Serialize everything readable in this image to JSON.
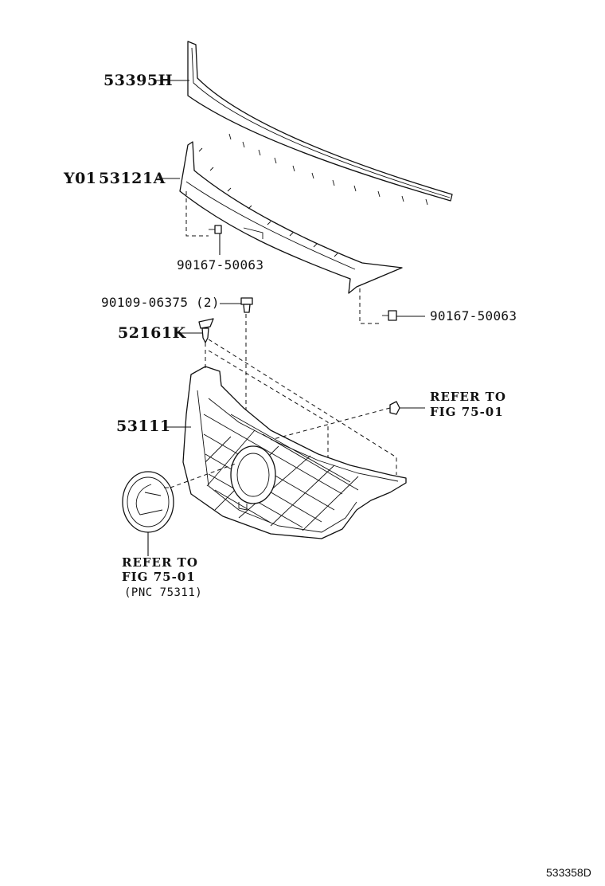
{
  "diagram_id": "533358D",
  "labels": {
    "molding_upper": "53395H",
    "molding_lower_prefix": "Y01",
    "molding_lower": "53121A",
    "screw_upper": "90167-50063",
    "bolt": "90109-06375",
    "bolt_qty": "(2)",
    "clip": "52161K",
    "screw_right": "90167-50063",
    "refer_right_1": "REFER TO",
    "refer_right_2": "FIG 75-01",
    "grille": "53111",
    "refer_emblem_1": "REFER TO",
    "refer_emblem_2": "FIG 75-01",
    "refer_emblem_3": "(PNC 75311)"
  },
  "colors": {
    "line": "#111111",
    "background": "#ffffff"
  }
}
